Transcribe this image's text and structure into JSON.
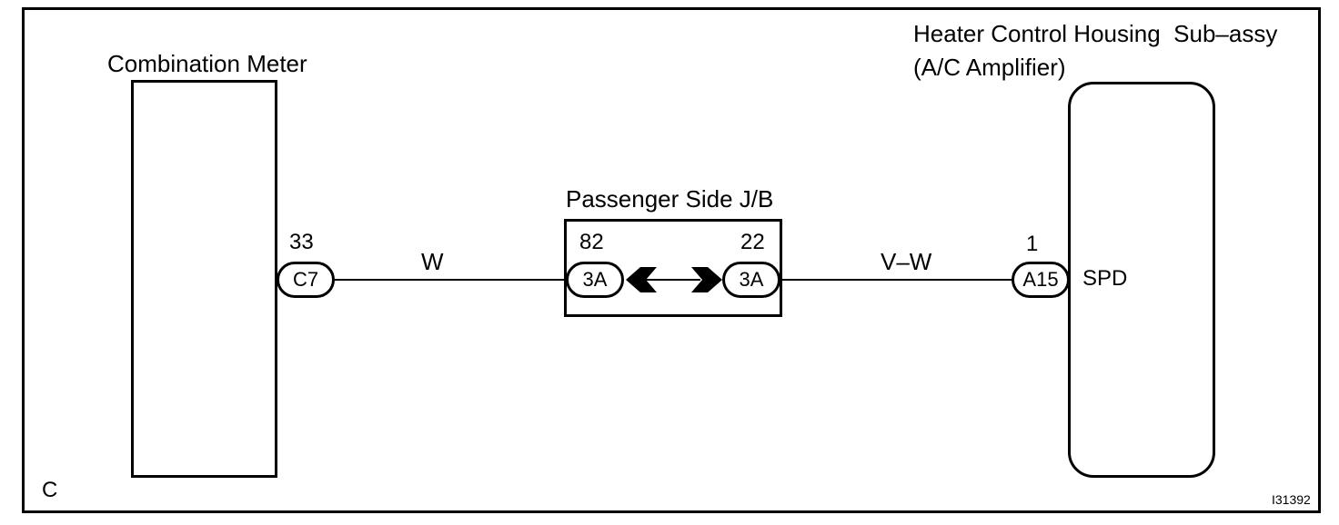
{
  "combination_meter": {
    "title": "Combination Meter",
    "pin": "33",
    "connector": "C7"
  },
  "junction_block": {
    "title": "Passenger Side J/B",
    "left_pin": "82",
    "left_connector": "3A",
    "right_pin": "22",
    "right_connector": "3A"
  },
  "heater_control": {
    "title_line1": "Heater Control Housing  Sub–assy",
    "title_line2": "(A/C Amplifier)",
    "pin": "1",
    "connector": "A15",
    "terminal": "SPD"
  },
  "wires": {
    "left_color": "W",
    "right_color": "V–W"
  },
  "footer": {
    "corner_letter": "C",
    "figure_id": "I31392"
  }
}
